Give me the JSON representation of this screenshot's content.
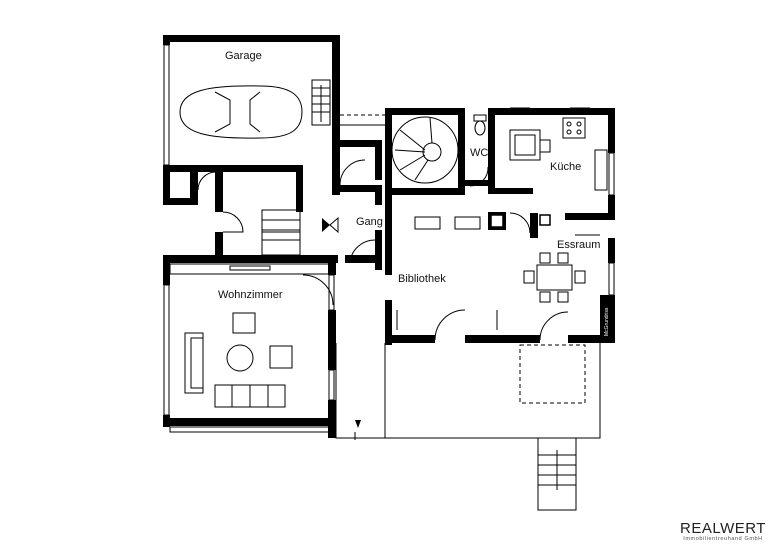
{
  "rooms": {
    "garage": "Garage",
    "gang": "Gang",
    "wc": "WC",
    "kueche": "Küche",
    "essraum": "Essraum",
    "bibliothek": "Bibliothek",
    "wohnzimmer": "Wohnzimmer"
  },
  "side_text": "McGrundriss",
  "logo": {
    "name": "REALWERT",
    "subtitle": "Immobilientreuhand GmbH"
  }
}
